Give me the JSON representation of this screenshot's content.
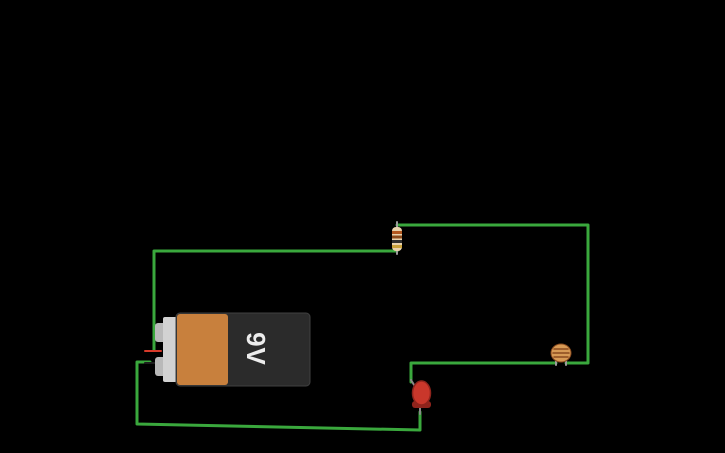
{
  "canvas": {
    "background_color": "#000000"
  },
  "wires": {
    "color": "#3aa83d"
  },
  "components": {
    "battery": {
      "name": "9v-battery",
      "label": "9V",
      "label_color": "#ededed",
      "body_color": "#2b2b2b",
      "body_outline_color": "#404040",
      "band_color": "#c8803d",
      "plate_color": "#d2d2d2",
      "terminal_color": "#b9b9b9",
      "positive_lead_color": "#d63a2a",
      "negative_lead_color": "#1d1d1d"
    },
    "resistor": {
      "name": "resistor",
      "body_color": "#e9d2ac",
      "lead_color": "#9c9c9c",
      "band_colors": [
        "#b2571f",
        "#8a4a1c",
        "#2e2e2e",
        "#c9a23c"
      ]
    },
    "led": {
      "name": "red-led",
      "color": "#c9372b",
      "rim_color": "#8f241c",
      "lead_color": "#8a8a8a"
    },
    "photoresistor": {
      "name": "photoresistor",
      "body_color": "#d79a55",
      "trace_color": "#8a4b1f",
      "lead_color": "#9c9c9c"
    }
  }
}
